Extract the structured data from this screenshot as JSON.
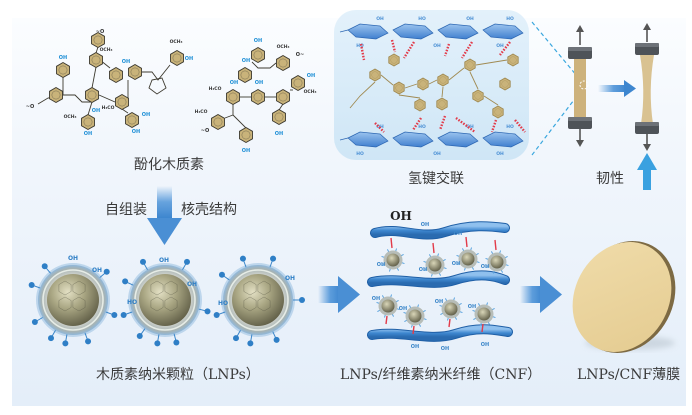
{
  "title": "木质素纳米颗粒/纤维素纳米纤维薄膜制备示意图",
  "labels": {
    "phenolated_lignin": "酚化木质素",
    "self_assembly": "自组装",
    "core_shell": "核壳结构",
    "hydrogen_bond_crosslink": "氢键交联",
    "toughness": "韧性",
    "lnps": "木质素纳米颗粒（LNPs）",
    "lnps_cnf": "LNPs/纤维素纳米纤维（CNF）",
    "film": "LNPs/CNF薄膜"
  },
  "chem_labels": {
    "hydroxyl": "OH",
    "hydroxyl_rev": "HO",
    "methoxy": "OCH₃",
    "methoxy_rev": "H₃CO"
  },
  "colors": {
    "benzene_fill": "#c9b37a",
    "benzene_stroke": "#6b5a2e",
    "hydroxyl_text": "#1e8fd6",
    "cellulose": "#4a8fd4",
    "hbond": "#e23b4a",
    "arrow": "#4e94d8",
    "film": "#ead5a0",
    "fiber": "#4a8fd4",
    "particle_core": "#8d8a70",
    "particle_shell": "#bcc3c0",
    "grip": "#555a60",
    "specimen": "#cdb27c"
  },
  "icons": {
    "process_arrow": "arrow-right-icon",
    "down_arrow": "arrow-down-icon",
    "up_arrow": "arrow-up-icon",
    "tension_arrow": "tension-arrow-icon"
  }
}
